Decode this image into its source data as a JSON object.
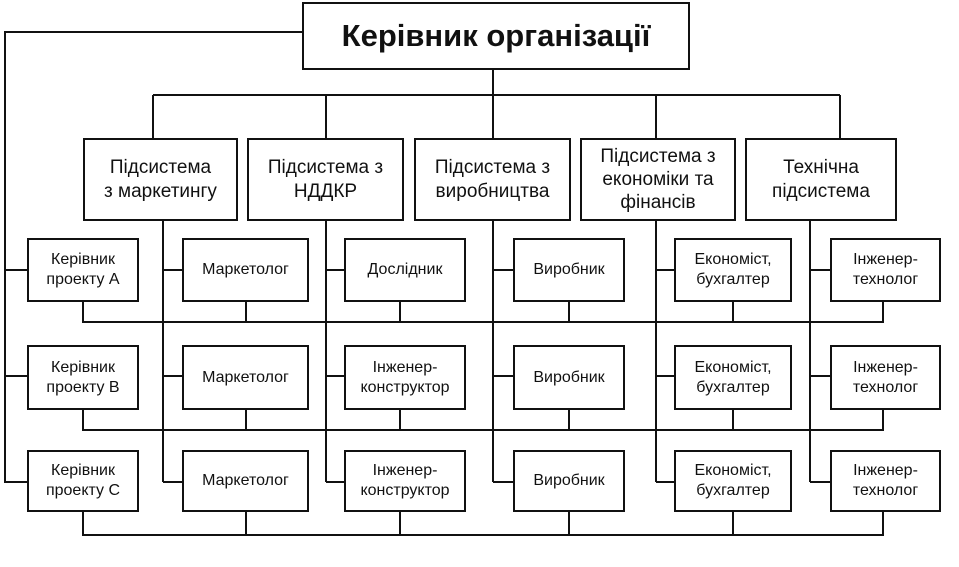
{
  "head": "Керівник організації",
  "subsystems": [
    "Підсистема\nз маркетингу",
    "Підсистема  з\nНДДКР",
    "Підсистема з\nвиробництва",
    "Підсистема  з\nекономіки та\nфінансів",
    "Технічна\nпідсистема"
  ],
  "columns": [
    [
      "Керівник\nпроекту А",
      "Керівник\nпроекту В",
      "Керівник\nпроекту С"
    ],
    [
      "Маркетолог",
      "Маркетолог",
      "Маркетолог"
    ],
    [
      "Дослідник",
      "Інженер-\nконструктор",
      "Інженер-\nконструктор"
    ],
    [
      "Виробник",
      "Виробник",
      "Виробник"
    ],
    [
      "Економіст,\nбухгалтер",
      "Економіст,\nбухгалтер",
      "Економіст,\nбухгалтер"
    ],
    [
      "Інженер-\nтехнолог",
      "Інженер-\nтехнолог",
      "Інженер-\nтехнолог"
    ]
  ]
}
